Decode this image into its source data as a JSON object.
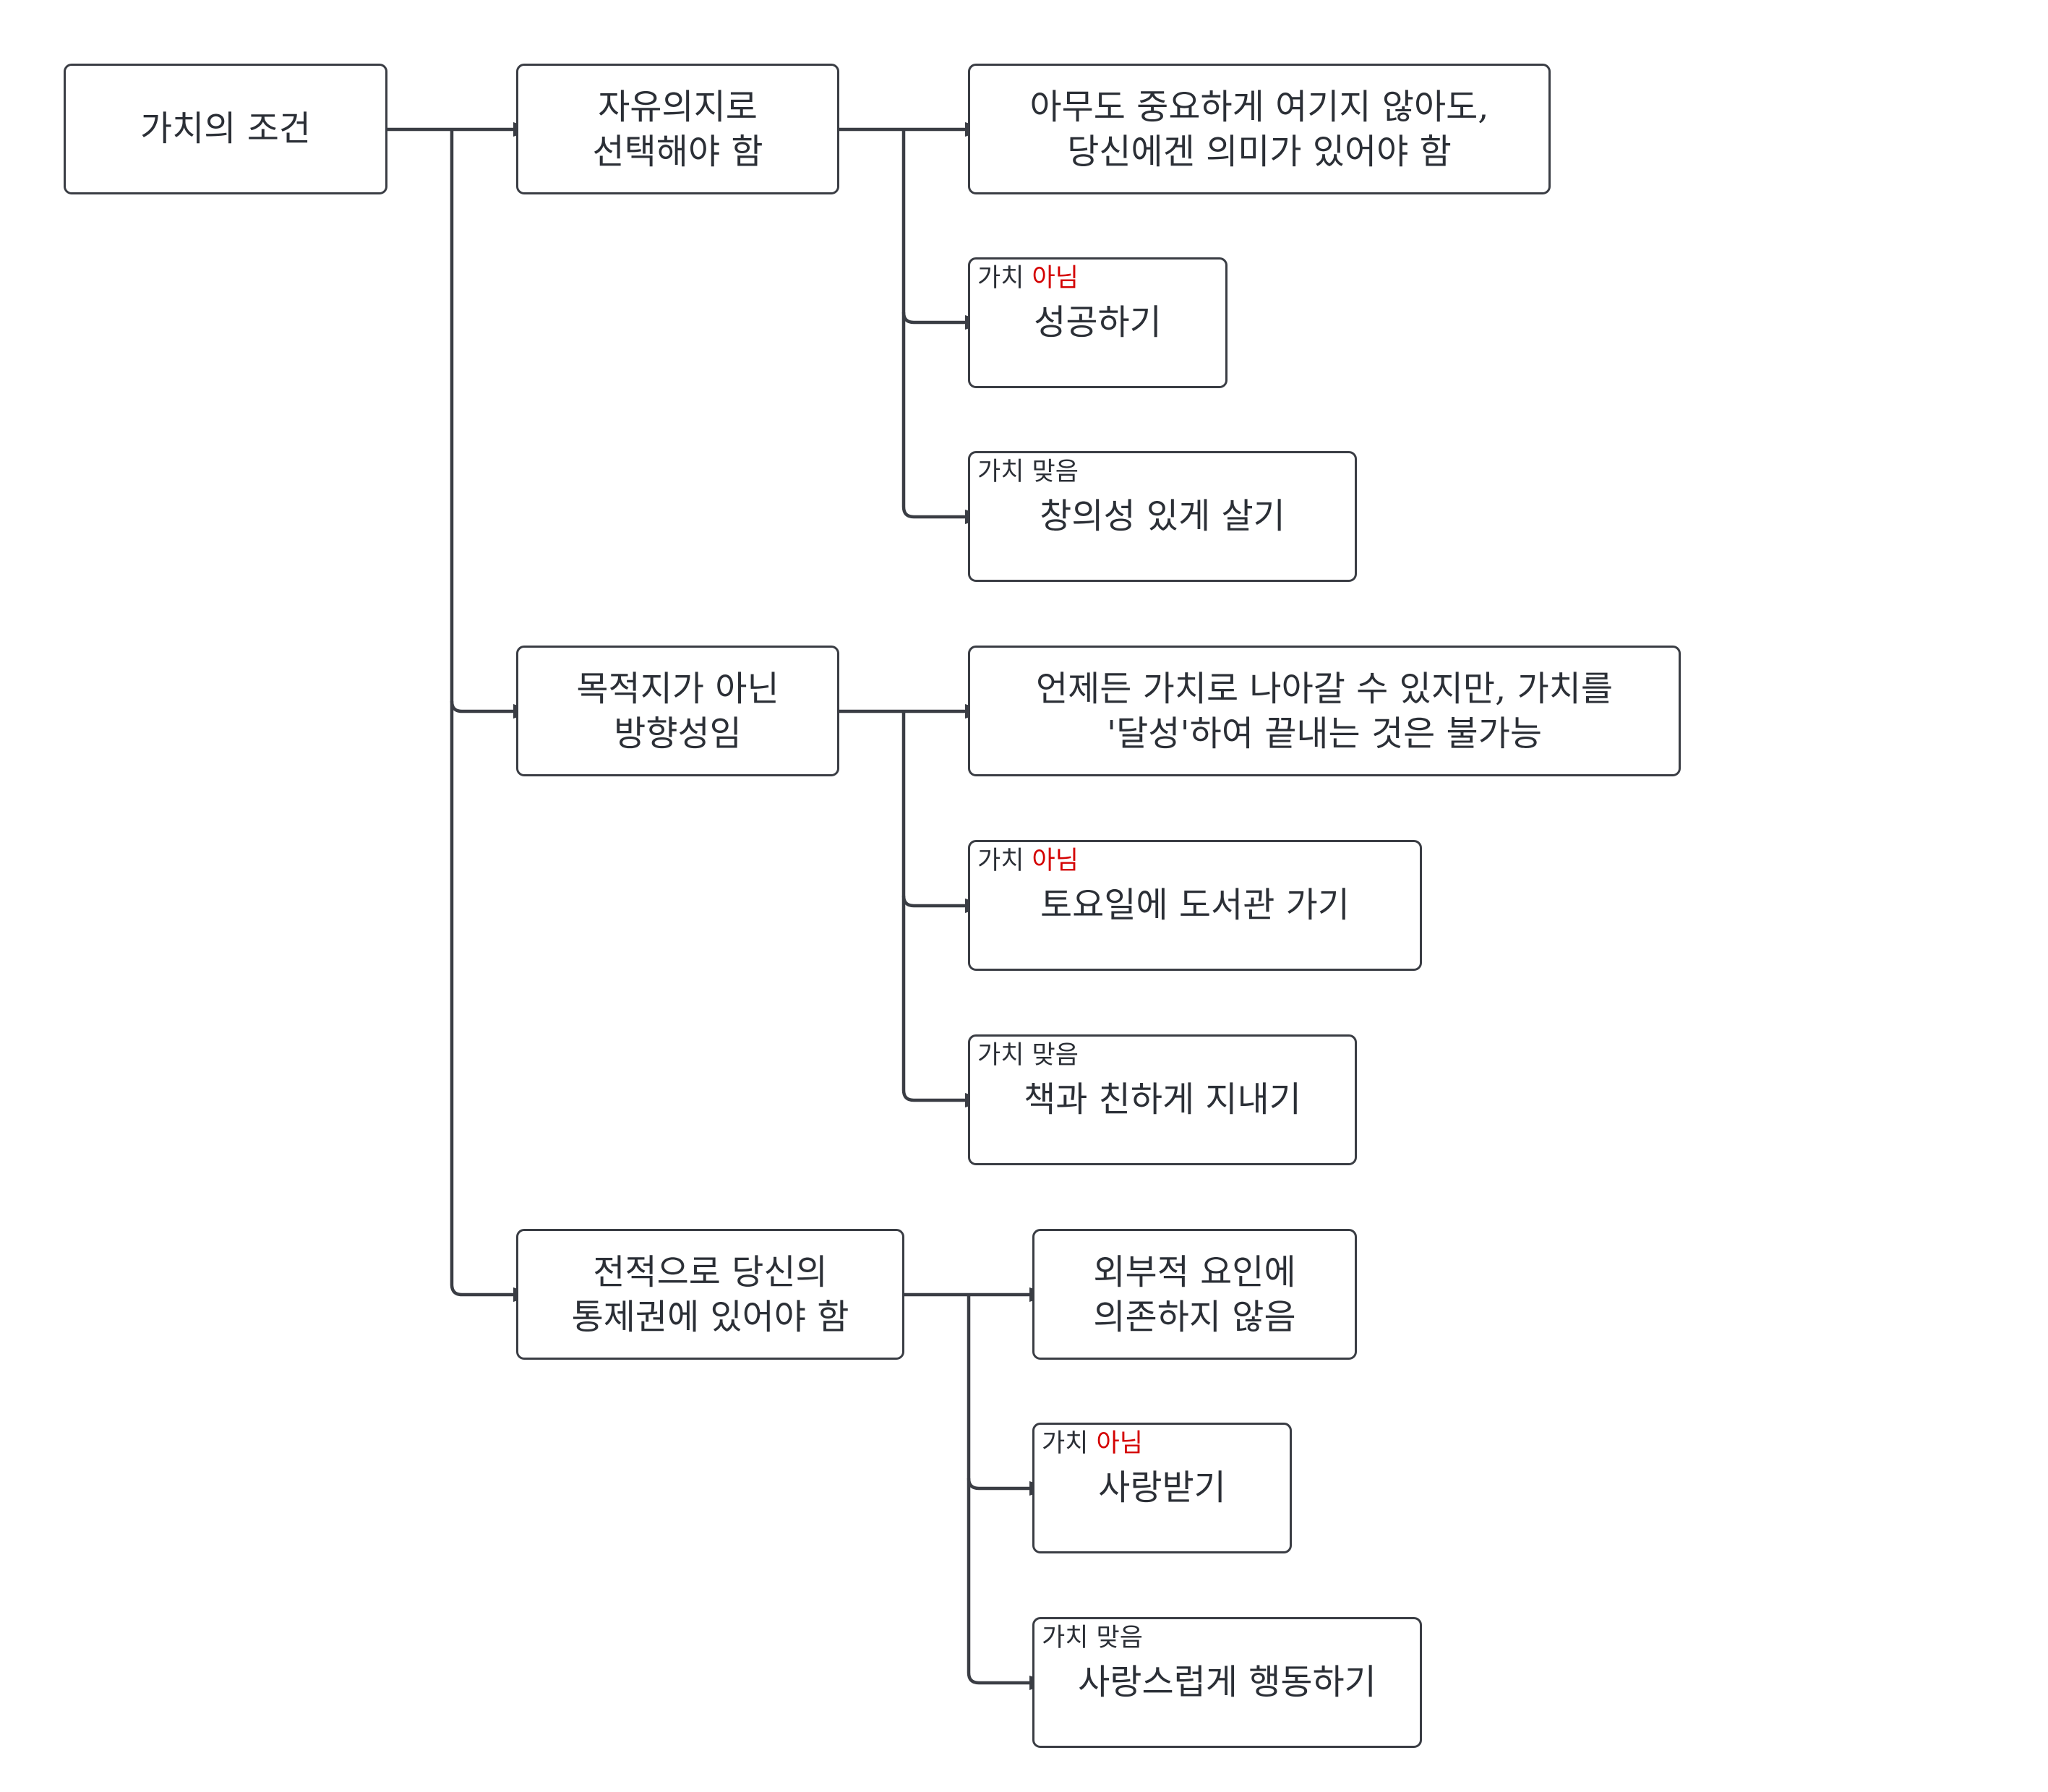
{
  "root": {
    "label": "가치의 조건"
  },
  "branches": [
    {
      "lines": [
        "자유의지로",
        "선택해야 함"
      ],
      "children": [
        {
          "tag_prefix": "",
          "tag_word": "",
          "lines": [
            "아무도 중요하게 여기지 않아도,",
            "당신에겐 의미가 있어야 함"
          ]
        },
        {
          "tag_prefix": "가치 ",
          "tag_word": "아님",
          "tag_color": "#d40000",
          "lines": [
            "성공하기"
          ]
        },
        {
          "tag_prefix": "가치 맞음",
          "tag_word": "",
          "lines": [
            "창의성 있게 살기"
          ]
        }
      ]
    },
    {
      "lines": [
        "목적지가 아닌",
        "방향성임"
      ],
      "children": [
        {
          "tag_prefix": "",
          "tag_word": "",
          "lines": [
            "언제든 가치로 나아갈 수 있지만, 가치를",
            "'달성'하여 끝내는 것은 불가능"
          ]
        },
        {
          "tag_prefix": "가치 ",
          "tag_word": "아님",
          "tag_color": "#d40000",
          "lines": [
            "토요일에 도서관 가기"
          ]
        },
        {
          "tag_prefix": "가치 맞음",
          "tag_word": "",
          "lines": [
            "책과 친하게 지내기"
          ]
        }
      ]
    },
    {
      "lines": [
        "전적으로 당신의",
        "통제권에 있어야 함"
      ],
      "children": [
        {
          "tag_prefix": "",
          "tag_word": "",
          "lines": [
            "외부적 요인에",
            "의존하지 않음"
          ]
        },
        {
          "tag_prefix": "가치 ",
          "tag_word": "아님",
          "tag_color": "#d40000",
          "lines": [
            "사랑받기"
          ]
        },
        {
          "tag_prefix": "가치 맞음",
          "tag_word": "",
          "lines": [
            "사랑스럽게 행동하기"
          ]
        }
      ]
    }
  ],
  "colors": {
    "stroke": "#3a3d44",
    "negative": "#d40000"
  }
}
